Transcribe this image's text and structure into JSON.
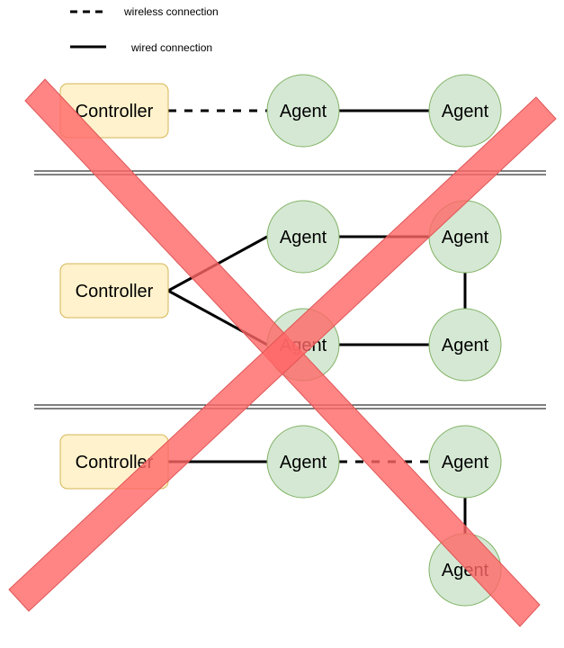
{
  "legend": {
    "wireless_label": "wireless connection",
    "wired_label": "wired connection"
  },
  "nodes": {
    "controller_label": "Controller",
    "agent_label": "Agent"
  },
  "colors": {
    "controller_fill": "#fff2cc",
    "controller_stroke": "#d6b656",
    "agent_fill": "#d5e8d4",
    "agent_stroke": "#82b366",
    "line": "#000000",
    "cross_fill": "#ff6666"
  }
}
